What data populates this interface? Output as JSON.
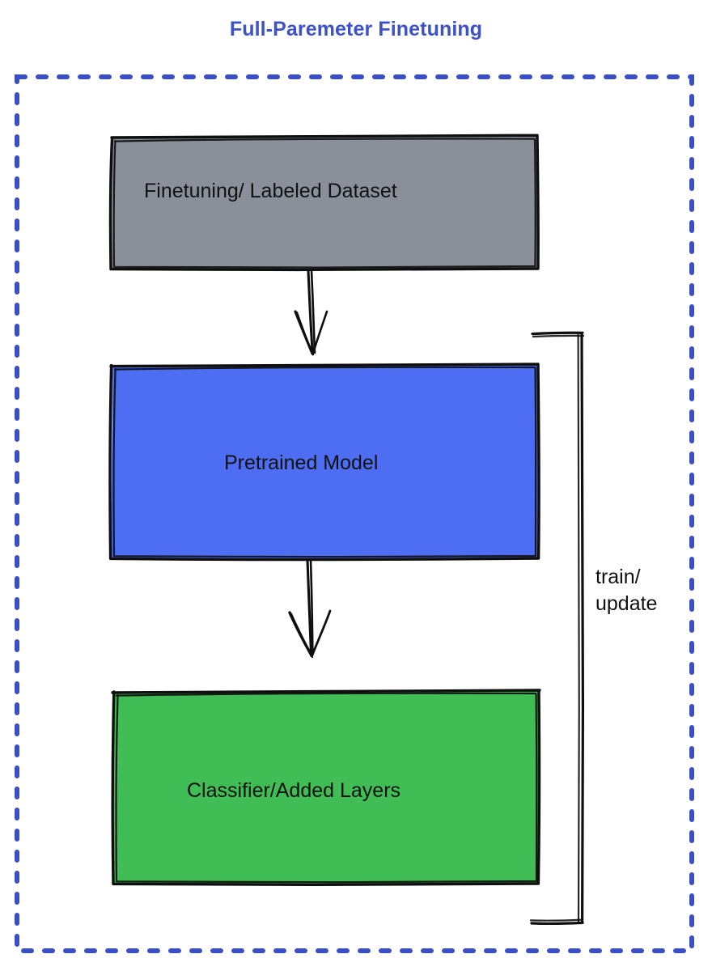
{
  "diagram": {
    "title": "Full-Paremeter Finetuning",
    "title_color": "#3d51c9",
    "frame": {
      "style": "dashed",
      "color": "#3b4fc4",
      "name": "finetuning-scope-frame"
    },
    "nodes": [
      {
        "id": "dataset",
        "label": "Finetuning/ Labeled Dataset",
        "fill": "#8a9099",
        "stroke": "#0f0f0f",
        "shape": "rectangle"
      },
      {
        "id": "pretrained-model",
        "label": "Pretrained Model",
        "fill": "#4d6ef2",
        "stroke": "#0f0f0f",
        "shape": "rectangle"
      },
      {
        "id": "classifier",
        "label": "Classifier/Added Layers",
        "fill": "#40bd55",
        "stroke": "#0f0f0f",
        "shape": "rectangle"
      }
    ],
    "edges": [
      {
        "id": "dataset-to-model",
        "from": "dataset",
        "to": "pretrained-model",
        "label": "",
        "arrow": "down"
      },
      {
        "id": "model-to-classifier",
        "from": "pretrained-model",
        "to": "classifier",
        "label": "",
        "arrow": "down"
      },
      {
        "id": "feedback-loop",
        "from": "classifier",
        "to": "pretrained-model",
        "label_line_1": "train/",
        "label_line_2": "update",
        "arrow": "none"
      }
    ]
  }
}
